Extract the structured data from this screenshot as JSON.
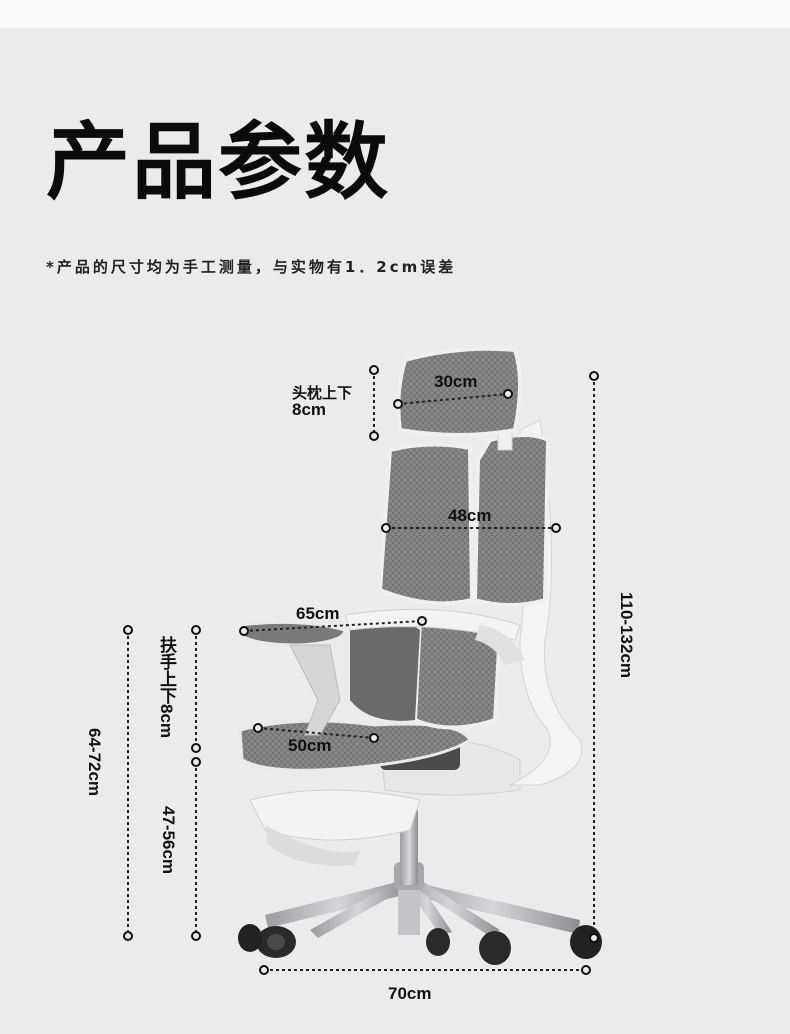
{
  "title": "产品参数",
  "note": "*产品的尺寸均为手工测量，与实物有1．2cm误差",
  "dimensions": {
    "headrest_width": "30cm",
    "headrest_adjust_line1": "头枕上下",
    "headrest_adjust_line2": "8cm",
    "backrest_width": "48cm",
    "armrest_span": "65cm",
    "armrest_adjust": "扶手上下8cm",
    "seat_width": "50cm",
    "total_height": "110-132cm",
    "armrest_height": "64-72cm",
    "seat_height": "47-56cm",
    "base_width": "70cm"
  },
  "colors": {
    "background": "#ebebeb",
    "frame": "#f2f2f2",
    "mesh": "#7c7c7c",
    "metal": "#b9b9bb",
    "wheel": "#2a2a2a"
  }
}
